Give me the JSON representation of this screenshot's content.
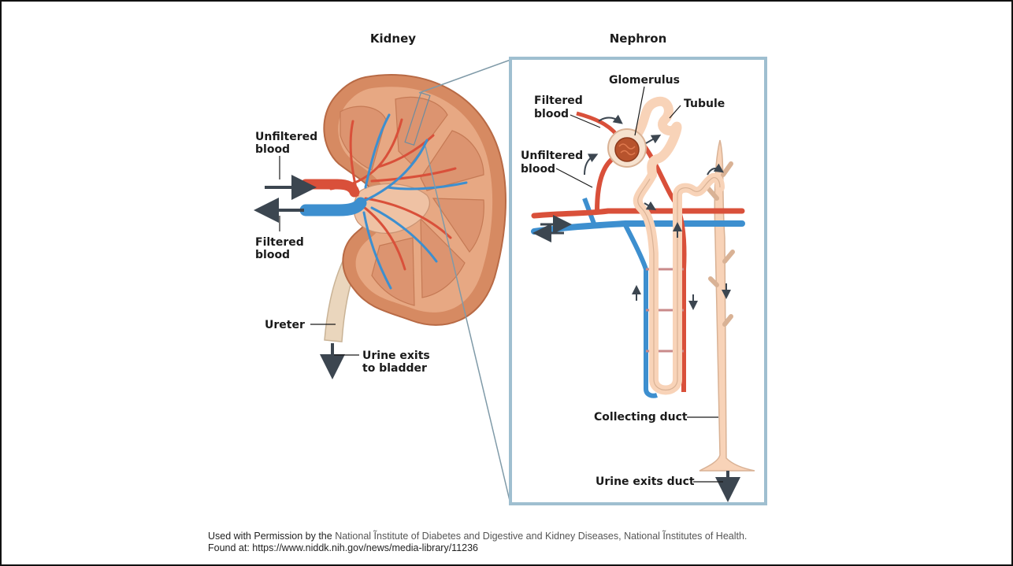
{
  "titles": {
    "kidney": "Kidney",
    "nephron": "Nephron"
  },
  "kidney_labels": {
    "unfiltered_1": "Unfiltered",
    "unfiltered_2": "blood",
    "filtered_1": "Filtered",
    "filtered_2": "blood",
    "ureter": "Ureter",
    "urine_1": "Urine exits",
    "urine_2": "to bladder"
  },
  "nephron_labels": {
    "glomerulus": "Glomerulus",
    "filtered_1": "Filtered",
    "filtered_2": "blood",
    "tubule": "Tubule",
    "unfiltered_1": "Unfiltered",
    "unfiltered_2": "blood",
    "collecting_duct": "Collecting duct",
    "urine_exits_duct": "Urine exits duct"
  },
  "credit": {
    "prefix": "Used with Permission by the ",
    "org": "National Ĩnstitute of Diabetes and Digestive and Kidney Diseases, National Ĩnstitutes of Health.",
    "found": "Found at: https://www.niddk.nih.gov/news/media-library/11236"
  },
  "colors": {
    "artery": "#d9503a",
    "vein": "#3d8fcf",
    "kidney_outer": "#d68a62",
    "kidney_inner": "#e7a883",
    "tubule": "#f8d3b8",
    "box_border": "#9fbfd0",
    "arrow": "#3c4650"
  },
  "icons": [
    "arrow-right-icon",
    "arrow-left-icon",
    "arrow-down-icon"
  ]
}
